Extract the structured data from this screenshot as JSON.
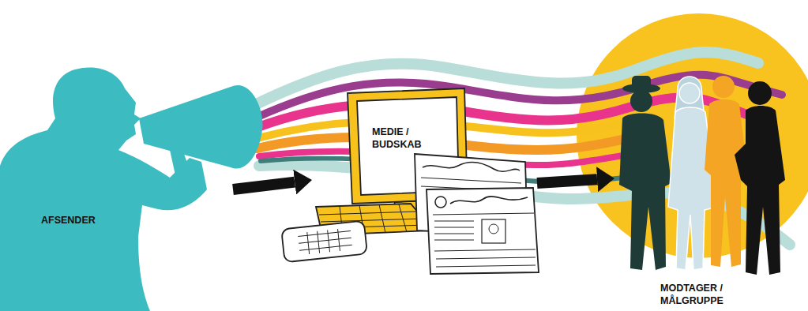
{
  "diagram": {
    "nodes": [
      {
        "text": [
          "AFSENDER"
        ]
      },
      {
        "text": [
          "MEDIE / BUDSKAB"
        ]
      },
      {
        "text": [
          "MODTAGER / MÅLGRUPPE"
        ]
      }
    ],
    "edges": [
      {
        "from": 0,
        "to": 1,
        "arrow": "to"
      },
      {
        "from": 1,
        "to": 2,
        "arrow": "to"
      }
    ]
  }
}
